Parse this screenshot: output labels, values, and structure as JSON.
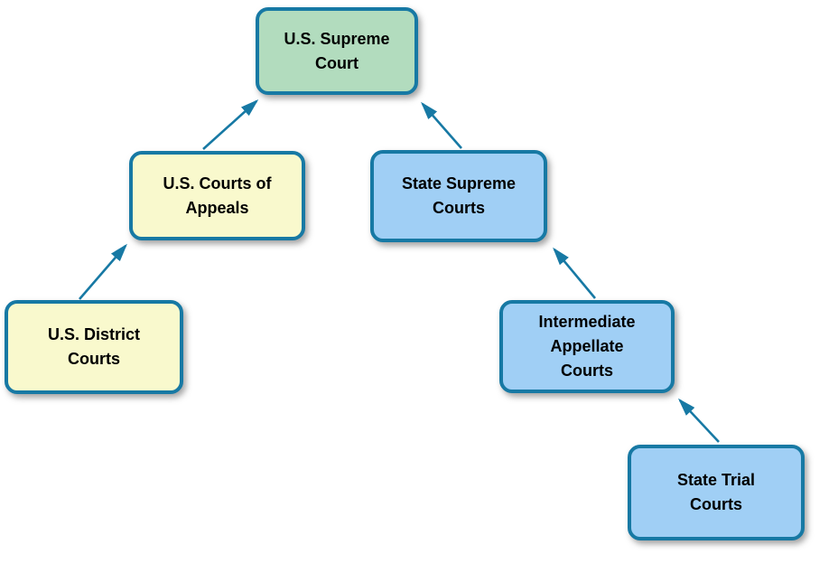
{
  "diagram": {
    "background_color": "#ffffff",
    "outline_color": "#1779a4",
    "arrow_color": "#1779a4",
    "text_color": "#000000",
    "nodes": [
      {
        "id": "us-supreme-court",
        "label": "U.S. Supreme Court",
        "label_lines": [
          "U.S. Supreme",
          "Court"
        ],
        "fill": "#b2dcbe"
      },
      {
        "id": "us-courts-of-appeals",
        "label": "U.S. Courts of Appeals",
        "label_lines": [
          "U.S. Courts of",
          "Appeals"
        ],
        "fill": "#f9f9cd"
      },
      {
        "id": "us-district-courts",
        "label": "U.S. District Courts",
        "label_lines": [
          "U.S. District",
          "Courts"
        ],
        "fill": "#f9f9cd"
      },
      {
        "id": "state-supreme-courts",
        "label": "State Supreme Courts",
        "label_lines": [
          "State Supreme",
          "Courts"
        ],
        "fill": "#a0cff5"
      },
      {
        "id": "intermediate-appellate-courts",
        "label": "Intermediate Appellate Courts",
        "label_lines": [
          "Intermediate",
          "Appellate",
          "Courts"
        ],
        "fill": "#a0cff5"
      },
      {
        "id": "state-trial-courts",
        "label": "State Trial Courts",
        "label_lines": [
          "State Trial",
          "Courts"
        ],
        "fill": "#a0cff5"
      }
    ],
    "edges": [
      {
        "from": "us-courts-of-appeals",
        "to": "us-supreme-court"
      },
      {
        "from": "us-district-courts",
        "to": "us-courts-of-appeals"
      },
      {
        "from": "state-supreme-courts",
        "to": "us-supreme-court"
      },
      {
        "from": "intermediate-appellate-courts",
        "to": "state-supreme-courts"
      },
      {
        "from": "state-trial-courts",
        "to": "intermediate-appellate-courts"
      }
    ]
  }
}
